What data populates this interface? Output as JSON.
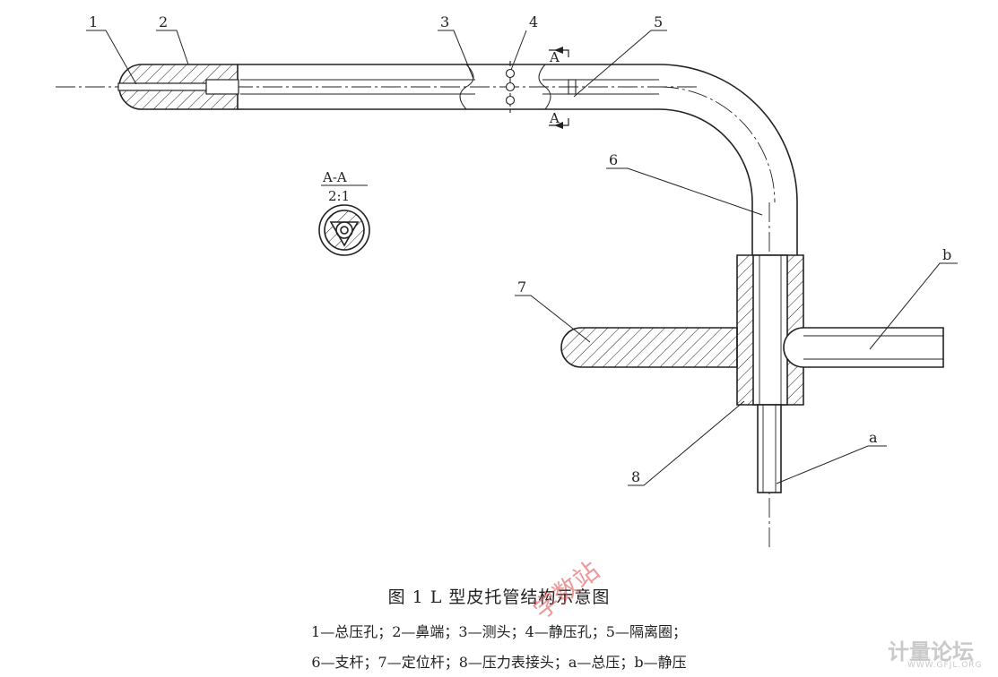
{
  "labels": {
    "l1": "1",
    "l2": "2",
    "l3": "3",
    "l4": "4",
    "l5": "5",
    "l6": "6",
    "l7": "7",
    "l8": "8",
    "la": "a",
    "lb": "b"
  },
  "section": {
    "cut_mark": "A",
    "title": "A-A",
    "scale": "2:1"
  },
  "caption": {
    "title": "图 1  L 型皮托管结构示意图",
    "line1": "1—总压孔；2—鼻端；3—测头；4—静压孔；5—隔离圈；",
    "line2": "6—支杆；7—定位杆；8—压力表接头；a—总压；b—静压"
  },
  "watermarks": {
    "stamp": "学数站",
    "logo": "计量论坛",
    "url": "WWW.GFJL.ORG"
  },
  "colors": {
    "line": "#222222",
    "stamp": "#dc4646",
    "logo": "#c9c9c9"
  }
}
